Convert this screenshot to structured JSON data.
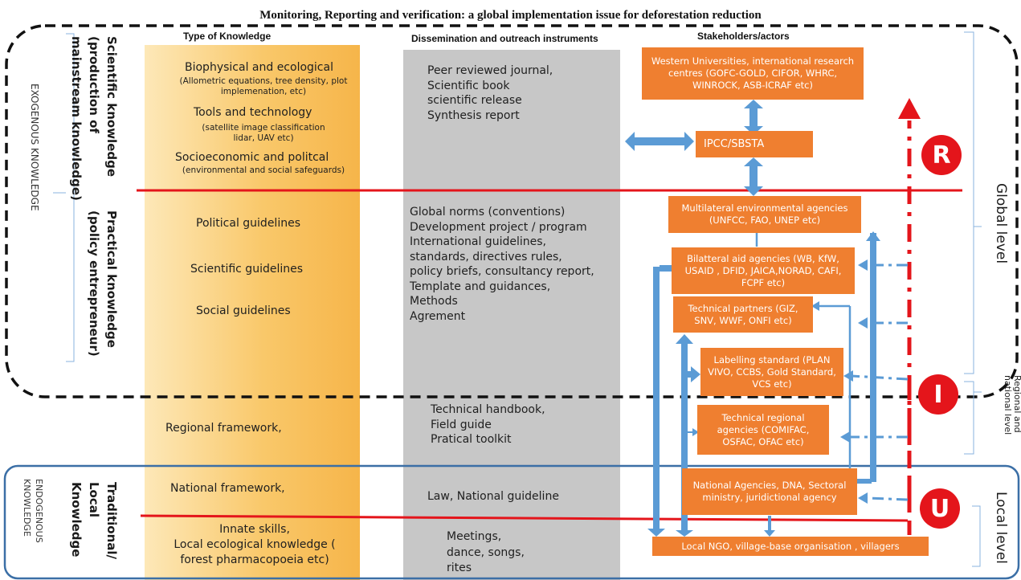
{
  "title": "Monitoring, Reporting and verification: a global implementation issue for deforestation reduction",
  "headers": {
    "type_of_knowledge": "Type of Knowledge",
    "dissemination": "Dissemination and outreach instruments",
    "stakeholders": "Stakeholders/actors"
  },
  "left_labels": {
    "exogenous": "EXOGENOUS KNOWLEDGE",
    "scientific_1": "Scientific knowledge",
    "scientific_2": "(production of",
    "scientific_3": "mainstream knowledge)",
    "practical_1": "Practical knowledge",
    "practical_2": "(policy entrepreneur)",
    "endogenous_1": "ENDOGENOUS",
    "endogenous_2": "KNOWLEDGE",
    "traditional_1": "Traditional/",
    "traditional_2": "Local",
    "traditional_3": "Knowledge"
  },
  "knowledge": {
    "biophysical": "Biophysical and ecological",
    "biophysical_sub": "(Allometric equations, tree density, plot\nimplemenation,  etc)",
    "tools": "Tools and technology",
    "tools_sub": "(satellite image classification\nlidar, UAV etc)",
    "socio": "Socioeconomic and politcal",
    "socio_sub": "(environmental and social safeguards)",
    "political": "Political guidelines",
    "scientific": "Scientific  guidelines",
    "social": "Social guidelines",
    "regional": "Regional framework,",
    "national": "National framework,",
    "innate": "Innate skills,\nLocal ecological knowledge (\nforest pharmacopoeia etc)"
  },
  "dissemination": {
    "scientific": "Peer reviewed journal,\nScientific book\nscientific release\nSynthesis report",
    "practical": "Global norms (conventions)\nDevelopment project / program\nInternational guidelines,\nstandards, directives rules,\npolicy briefs, consultancy report,\nTemplate and guidances,\nMethods\nAgrement",
    "regional": "Technical handbook,\nField guide\nPratical toolkit",
    "national": "Law, National guideline",
    "local": "Meetings,\ndance, songs,\nrites"
  },
  "stakeholders": {
    "universities": "Western Universities, international research centres (GOFC-GOLD, CIFOR, WHRC, WINROCK, ASB-ICRAF etc)",
    "ipcc": "IPCC/SBSTA",
    "multilateral": "Multilateral  environmental agencies (UNFCC, FAO, UNEP etc)",
    "bilateral": "Bilatteral aid agencies (WB, KfW, USAID , DFID, JAICA,NORAD, CAFI,  FCPF  etc)",
    "technical_partners": "Technical partners (GIZ, SNV, WWF, ONFI etc)",
    "labelling": "Labelling standard (PLAN VIVO, CCBS, Gold Standard, VCS etc)",
    "regional_agencies": "Technical regional agencies (COMIFAC, OSFAC, OFAC etc)",
    "national_agencies": "National Agencies, DNA, Sectoral ministry, juridictional agency",
    "local_ngo": "Local NGO, village-base organisation ,  villagers"
  },
  "markers": {
    "r": "R",
    "i": "I",
    "u": "U"
  },
  "levels": {
    "global": "Global level",
    "regional": "Regional and national level",
    "local": "Local level"
  },
  "colors": {
    "orange_box": "#ef7f30",
    "arrow_blue": "#5b9bd5",
    "red_line": "#e4151b",
    "yellow": "#f9c86a",
    "grey": "#c7c7c7"
  }
}
